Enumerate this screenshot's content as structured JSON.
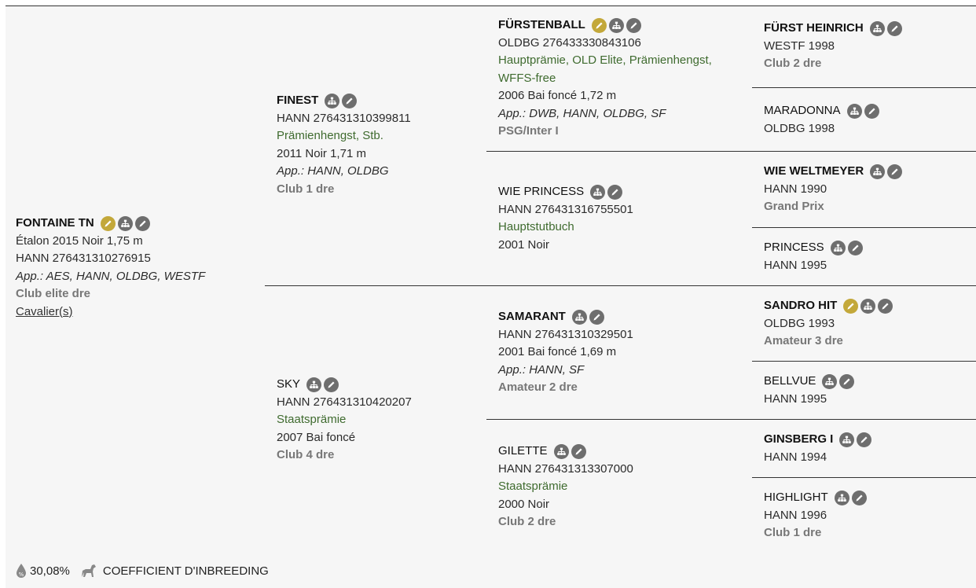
{
  "horses": {
    "subject": {
      "name": "FONTAINE TN",
      "line1": "Étalon 2015 Noir 1,75 m",
      "line2": "HANN 276431310276915",
      "app": "App.: AES, HANN, OLDBG, WESTF",
      "disc": "Club elite dre",
      "link": "Cavalier(s)"
    },
    "sire": {
      "name": "FINEST",
      "reg": "HANN 276431310399811",
      "titles": "Prämienhengst, Stb.",
      "info": "2011 Noir 1,71 m",
      "app": "App.: HANN, OLDBG",
      "disc": "Club 1 dre"
    },
    "dam": {
      "name": "SKY",
      "reg": "HANN 276431310420207",
      "titles": "Staatsprämie",
      "info": "2007 Bai foncé",
      "disc": "Club 4 dre"
    },
    "ss": {
      "name": "FÜRSTENBALL",
      "reg": "OLDBG 276433330843106",
      "titles1": "Hauptprämie, OLD Elite, Prämienhengst,",
      "titles2": "WFFS-free",
      "info": "2006 Bai foncé 1,72 m",
      "app": "App.: DWB, HANN, OLDBG, SF",
      "disc": "PSG/Inter I"
    },
    "sd": {
      "name": "WIE PRINCESS",
      "reg": "HANN 276431316755501",
      "titles": "Hauptstutbuch",
      "info": "2001 Noir"
    },
    "ds": {
      "name": "SAMARANT",
      "reg": "HANN 276431310329501",
      "info": "2001 Bai foncé 1,69 m",
      "app": "App.: HANN, SF",
      "disc": "Amateur 2 dre"
    },
    "dd": {
      "name": "GILETTE",
      "reg": "HANN 276431313307000",
      "titles": "Staatsprämie",
      "info": "2000 Noir",
      "disc": "Club 2 dre"
    },
    "sss": {
      "name": "FÜRST HEINRICH",
      "info": "WESTF 1998",
      "disc": "Club 2 dre"
    },
    "ssd": {
      "name": "MARADONNA",
      "info": "OLDBG 1998"
    },
    "sds": {
      "name": "WIE WELTMEYER",
      "info": "HANN 1990",
      "disc": "Grand Prix"
    },
    "sdd": {
      "name": "PRINCESS",
      "info": "HANN 1995"
    },
    "dss": {
      "name": "SANDRO HIT",
      "info": "OLDBG 1993",
      "disc": "Amateur 3 dre"
    },
    "dsd": {
      "name": "BELLVUE",
      "info": "HANN 1995"
    },
    "dds": {
      "name": "GINSBERG I",
      "info": "HANN 1994"
    },
    "ddd": {
      "name": "HIGHLIGHT",
      "info": "HANN 1996",
      "disc": "Club 1 dre"
    }
  },
  "footer": {
    "percent": "30,08%",
    "label": "COEFFICIENT D'INBREEDING",
    "drop_icon_text": "%"
  },
  "icons": {
    "gold": "pen-icon",
    "tree": "pedigree-tree-icon",
    "edit": "pencil-icon"
  },
  "colors": {
    "green": "#3f6b2f",
    "gold": "#c3a83a",
    "icon_gray": "#6e6e6e",
    "discipline": "#777777"
  }
}
